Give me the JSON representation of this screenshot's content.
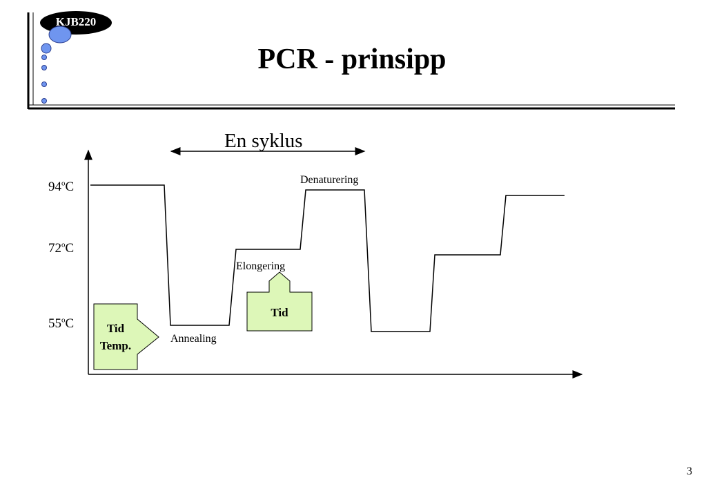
{
  "header": {
    "course_code": "KJB220",
    "title": "PCR - prinsipp"
  },
  "diagram": {
    "cycle_label": "En syklus",
    "temperatures": [
      {
        "value": "94",
        "unit": "C",
        "superscript": "o"
      },
      {
        "value": "72",
        "unit": "C",
        "superscript": "o"
      },
      {
        "value": "55",
        "unit": "C",
        "superscript": "o"
      }
    ],
    "steps": {
      "denaturation": "Denaturering",
      "elongation": "Elongering",
      "annealing": "Annealing"
    },
    "boxes": {
      "left_line1": "Tid",
      "left_line2": "Temp.",
      "center": "Tid"
    },
    "colors": {
      "box_fill": "#ddf7b8",
      "bubble_fill": "#6f95ef",
      "bubble_stroke": "#2a3d8f",
      "line": "#000000"
    }
  },
  "footer": {
    "page_number": "3"
  }
}
